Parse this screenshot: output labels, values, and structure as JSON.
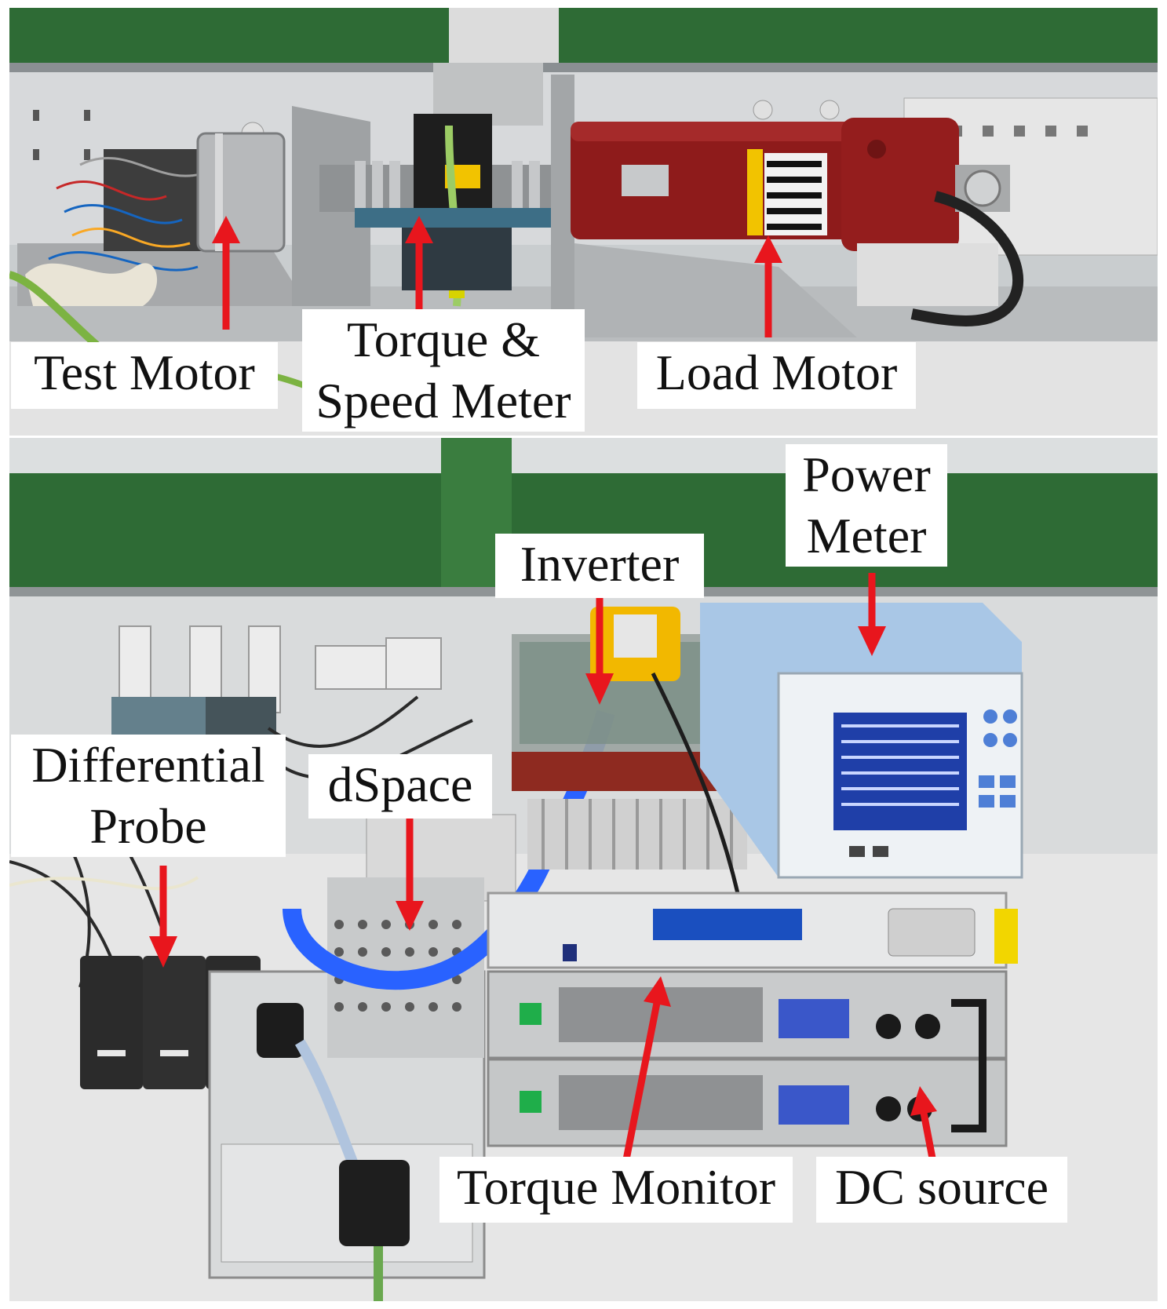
{
  "labels": {
    "test_motor": "Test Motor",
    "torque_speed_meter_line1": "Torque &",
    "torque_speed_meter_line2": "Speed Meter",
    "load_motor": "Load Motor",
    "power_meter_line1": "Power",
    "power_meter_line2": "Meter",
    "inverter": "Inverter",
    "differential_probe_line1": "Differential",
    "differential_probe_line2": "Probe",
    "dspace": "dSpace",
    "torque_monitor": "Torque Monitor",
    "dc_source": "DC source"
  },
  "colors": {
    "arrow": "#e8161d",
    "lab_green": "#2e7d32",
    "load_motor_red": "#8e1b1b",
    "power_meter_blue": "#a9c7e6",
    "screen_blue": "#1f3fa8",
    "cable_blue": "#2962ff"
  }
}
